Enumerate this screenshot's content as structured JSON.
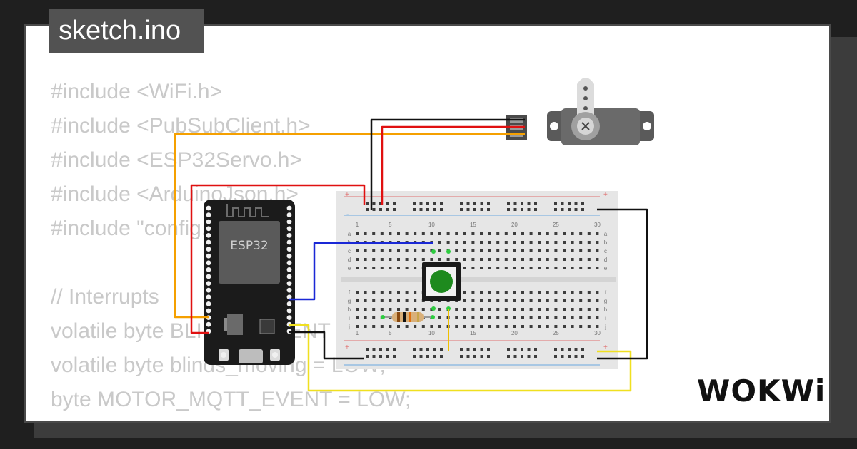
{
  "file": {
    "title": "sketch.ino"
  },
  "code_lines": [
    "#include <WiFi.h>",
    "#include <PubSubClient.h>",
    "#include <ESP32Servo.h>",
    "#include <ArduinoJson.h>",
    "#include \"config.h\"",
    "",
    "// Interrupts",
    "volatile byte BLINDS_EVENT = LOW;",
    "volatile byte blinds_moving = LOW;",
    "byte MOTOR_MQTT_EVENT = LOW;"
  ],
  "board": {
    "chip_label": "ESP32"
  },
  "breadboard": {
    "column_numbers": [
      "1",
      "5",
      "10",
      "15",
      "20",
      "25",
      "30"
    ],
    "row_letters_top": [
      "a",
      "b",
      "c",
      "d",
      "e"
    ],
    "row_letters_bottom": [
      "f",
      "g",
      "h",
      "i",
      "j"
    ],
    "rail_plus": "+",
    "rail_minus": "-"
  },
  "brand": {
    "logo": "WOKWi"
  },
  "colors": {
    "background": "#1f1f1f",
    "wire_red": "#e01010",
    "wire_black": "#111111",
    "wire_orange": "#f5a000",
    "wire_blue": "#1a28d6",
    "wire_yellow": "#f0e020",
    "button_cap": "#1e8a1e"
  }
}
